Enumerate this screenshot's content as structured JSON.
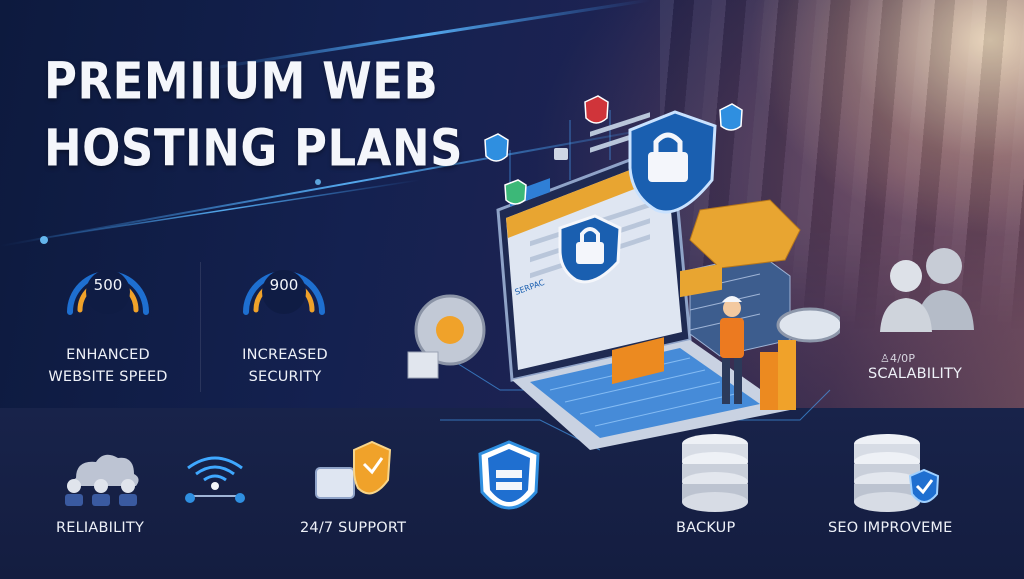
{
  "hero": {
    "title_line1": "PREMIIUM WEB",
    "title_line2": "HOSTING PLANS"
  },
  "gauges": [
    {
      "value": "500",
      "label_line1": "ENHANCED",
      "label_line2": "WEBSITE SPEED"
    },
    {
      "value": "900",
      "label_line1": "INCREASED",
      "label_line2": "SECURITY"
    }
  ],
  "scalability": {
    "badge": "♙4/0P",
    "label": "SCALABILITY"
  },
  "bottom_features": [
    {
      "label": "RELIABILITY",
      "icon": "cloud-users-icon"
    },
    {
      "label": "24/7 SUPPORT",
      "icon": "support-shield-icon"
    },
    {
      "label": "BACKUP",
      "icon": "database-icon"
    },
    {
      "label": "SEO IMPROVEME",
      "icon": "database-check-icon"
    }
  ],
  "screen": {
    "banner_text": "SERPAC"
  },
  "colors": {
    "accent_blue": "#2f8fe0",
    "accent_orange": "#f0a22a",
    "background": "#0e1530"
  }
}
